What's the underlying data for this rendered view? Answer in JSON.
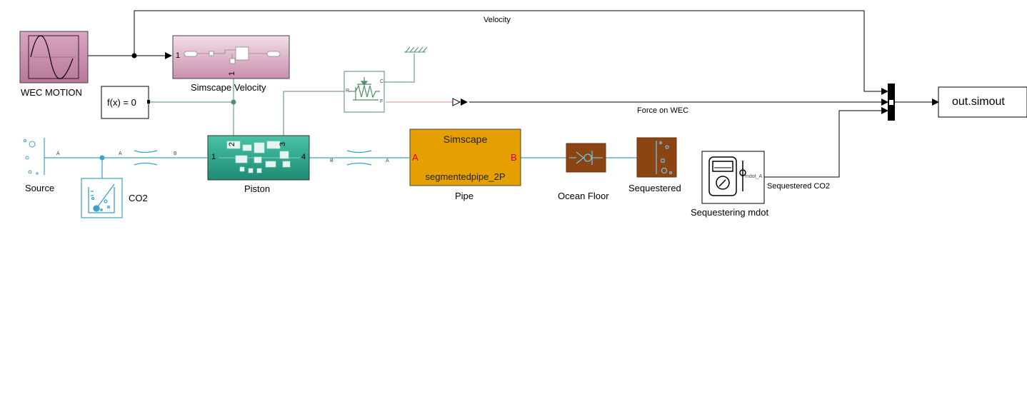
{
  "colors": {
    "physical_line": "#3aa0cc",
    "mech_line": "#4f8f6a",
    "signal_line": "#000000",
    "wec_block": "#c98fae",
    "sim_vel_block": "#e3c0d2",
    "piston_block": "#2aa08a",
    "pipe_block": "#e09b00",
    "ocean_floor": "#8b4513"
  },
  "blocks": {
    "wec_motion": {
      "label": "WEC MOTION",
      "icon": "sine-wave-icon"
    },
    "simscape_velocity": {
      "label": "Simscape Velocity",
      "port_in": "1",
      "port_bottom": "1"
    },
    "fx": {
      "text": "f(x) = 0"
    },
    "source": {
      "label": "Source",
      "port": "A"
    },
    "co2": {
      "label": "CO2",
      "icon": "beaker-icon"
    },
    "restriction_1": {
      "port_a": "A",
      "port_b": "B"
    },
    "piston": {
      "label": "Piston",
      "port_left": "1",
      "port_top_left": "2",
      "port_top_right": "3",
      "port_right": "4"
    },
    "restriction_2": {
      "port_a": "B",
      "port_b": "A"
    },
    "pipe": {
      "title": "Simscape",
      "subtitle": "segmentedpipe_2P",
      "label": "Pipe",
      "port_a": "A",
      "port_b": "B"
    },
    "spring": {
      "port_r": "R",
      "port_c": "C",
      "port_f": "F"
    },
    "ocean_floor": {
      "label": "Ocean Floor"
    },
    "sequestered": {
      "label": "Sequestered"
    },
    "sequestering_mdot": {
      "label": "Sequestering mdot",
      "port": "mdot_A"
    },
    "out_simout": {
      "label": "out.simout"
    }
  },
  "signals": {
    "velocity": "Velocity",
    "force_on_wec": "Force on WEC",
    "sequestered_co2": "Sequestered CO2"
  }
}
